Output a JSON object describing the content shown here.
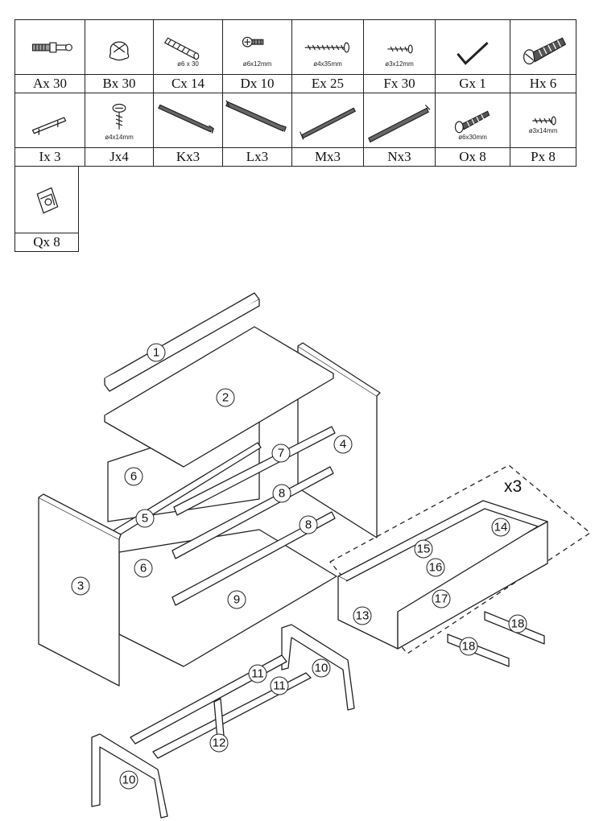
{
  "hardware": [
    {
      "label": "Ax 30",
      "icon": "cam-dowel-icon",
      "dim": ""
    },
    {
      "label": "Bx 30",
      "icon": "cam-lock-icon",
      "dim": ""
    },
    {
      "label": "Cx 14",
      "icon": "wood-dowel-icon",
      "dim": "ø6 x 30"
    },
    {
      "label": "Dx 10",
      "icon": "short-screw-icon",
      "dim": "ø6x12mm"
    },
    {
      "label": "Ex 25",
      "icon": "long-screw-icon",
      "dim": "ø4x35mm"
    },
    {
      "label": "Fx 30",
      "icon": "small-screw-icon",
      "dim": "ø3x12mm"
    },
    {
      "label": "Gx 1",
      "icon": "allen-key-icon",
      "dim": ""
    },
    {
      "label": "Hx 6",
      "icon": "large-bolt-icon",
      "dim": ""
    },
    {
      "label": "Ix 3",
      "icon": "handle-icon",
      "dim": ""
    },
    {
      "label": "Jx4",
      "icon": "flat-head-screw-icon",
      "dim": "ø4x14mm"
    },
    {
      "label": "Kx3",
      "icon": "drawer-runner-icon",
      "dim": ""
    },
    {
      "label": "Lx3",
      "icon": "drawer-runner-icon",
      "dim": ""
    },
    {
      "label": "Mx3",
      "icon": "drawer-runner-icon",
      "dim": ""
    },
    {
      "label": "Nx3",
      "icon": "drawer-runner-icon",
      "dim": ""
    },
    {
      "label": "Ox 8",
      "icon": "bolt-icon",
      "dim": "ø6x30mm"
    },
    {
      "label": "Px 8",
      "icon": "tiny-screw-icon",
      "dim": "ø3x14mm"
    },
    {
      "label": "Qx 8",
      "icon": "corner-bracket-icon",
      "dim": ""
    }
  ],
  "parts": {
    "p1": "1",
    "p2": "2",
    "p3": "3",
    "p4": "4",
    "p5": "5",
    "p6a": "6",
    "p6b": "6",
    "p7": "7",
    "p8a": "8",
    "p8b": "8",
    "p9": "9",
    "p10a": "10",
    "p10b": "10",
    "p11a": "11",
    "p11b": "11",
    "p12": "12",
    "p13": "13",
    "p14": "14",
    "p15": "15",
    "p16": "16",
    "p17": "17",
    "p18a": "18",
    "p18b": "18"
  },
  "drawer_multiplier": "x3",
  "colors": {
    "line": "#222222",
    "background": "#ffffff"
  }
}
